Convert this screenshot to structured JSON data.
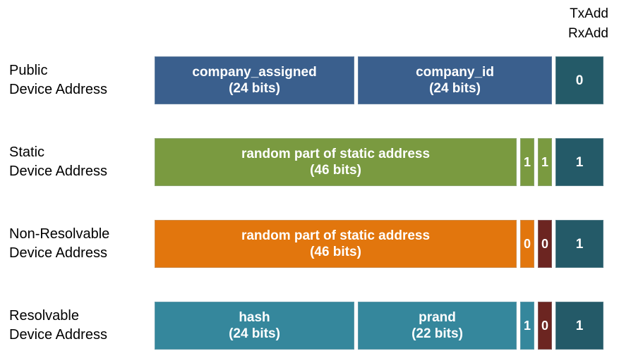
{
  "header": {
    "txadd": "TxAdd",
    "rxadd": "RxAdd"
  },
  "colors": {
    "public_blue": "#3A5F8D",
    "static_green": "#7A9A40",
    "nonresolvable_orange": "#E2760D",
    "resolvable_teal": "#35879C",
    "txadd_dark_teal": "#245A68",
    "maroon": "#6C2521",
    "box_text": "#ffffff",
    "label_text": "#000000"
  },
  "rows": [
    {
      "label": {
        "line1": "Public",
        "line2": "Device Address"
      },
      "segments": [
        {
          "name": "company_assigned",
          "bits": "(24 bits)",
          "color": "#3A5F8D"
        },
        {
          "name": "company_id",
          "bits": "(24 bits)",
          "color": "#3A5F8D"
        }
      ],
      "flags": [],
      "txadd": "0",
      "txadd_color": "#245A68"
    },
    {
      "label": {
        "line1": "Static",
        "line2": "Device Address"
      },
      "segments": [
        {
          "name": "random part of static address",
          "bits": "(46 bits)",
          "color": "#7A9A40"
        }
      ],
      "flags": [
        {
          "value": "1",
          "color": "#7A9A40"
        },
        {
          "value": "1",
          "color": "#7A9A40"
        }
      ],
      "txadd": "1",
      "txadd_color": "#245A68"
    },
    {
      "label": {
        "line1": "Non-Resolvable",
        "line2": "Device Address"
      },
      "segments": [
        {
          "name": "random part of static address",
          "bits": "(46 bits)",
          "color": "#E2760D"
        }
      ],
      "flags": [
        {
          "value": "0",
          "color": "#E2760D"
        },
        {
          "value": "0",
          "color": "#6C2521"
        }
      ],
      "txadd": "1",
      "txadd_color": "#245A68"
    },
    {
      "label": {
        "line1": "Resolvable",
        "line2": "Device Address"
      },
      "segments": [
        {
          "name": "hash",
          "bits": "(24 bits)",
          "color": "#35879C"
        },
        {
          "name": "prand",
          "bits": "(22 bits)",
          "color": "#35879C"
        }
      ],
      "flags": [
        {
          "value": "1",
          "color": "#35879C"
        },
        {
          "value": "0",
          "color": "#6C2521"
        }
      ],
      "txadd": "1",
      "txadd_color": "#245A68"
    }
  ]
}
